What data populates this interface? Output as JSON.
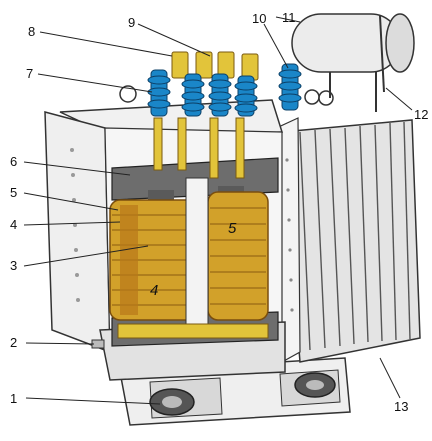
{
  "callouts": [
    {
      "id": "1",
      "text": "1"
    },
    {
      "id": "2",
      "text": "2"
    },
    {
      "id": "3",
      "text": "3"
    },
    {
      "id": "4",
      "text": "4"
    },
    {
      "id": "5",
      "text": "5"
    },
    {
      "id": "6",
      "text": "6"
    },
    {
      "id": "7",
      "text": "7"
    },
    {
      "id": "8",
      "text": "8"
    },
    {
      "id": "9",
      "text": "9"
    },
    {
      "id": "10",
      "text": "10"
    },
    {
      "id": "11",
      "text": "11"
    },
    {
      "id": "12",
      "text": "12"
    },
    {
      "id": "13",
      "text": "13"
    }
  ],
  "inline_labels": {
    "coil_4": "4",
    "coil_5": "5"
  },
  "colors": {
    "copper": "#d2a12a",
    "copper_dark": "#8a5a10",
    "steel_core": "#6b6b6b",
    "tank": "#e9e9e9",
    "bushing": "#1a86c8",
    "terminal": "#e2c43a",
    "radiator": "#dcdcdc"
  }
}
